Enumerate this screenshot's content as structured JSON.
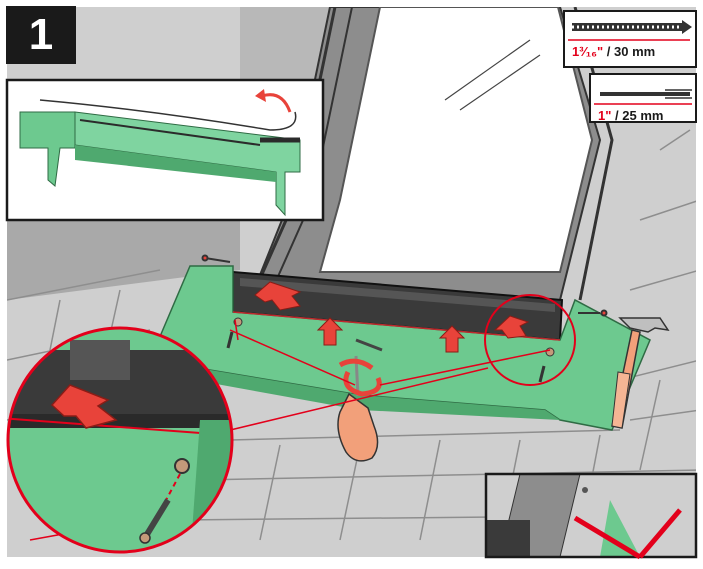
{
  "step": {
    "number": "1"
  },
  "fasteners": {
    "screw": {
      "fraction": "1³⁄₁₆\"",
      "separator": " / ",
      "metric": "30 mm"
    },
    "nail": {
      "fraction": "1\"",
      "separator": " / ",
      "metric": "25 mm"
    }
  },
  "colors": {
    "flashing_green": "#6dc98f",
    "flashing_green_dark": "#4fa96f",
    "frame_dark": "#3a3a3a",
    "roof_gray": "#c8c8c8",
    "arrow_red": "#e8433a",
    "callout_red": "#e3001b"
  },
  "icons": [
    "screw-icon",
    "nail-icon",
    "screwdriver-icon",
    "hammer-icon",
    "rotate-arrow-icon",
    "up-arrow-icon",
    "cross-mark-icon"
  ]
}
